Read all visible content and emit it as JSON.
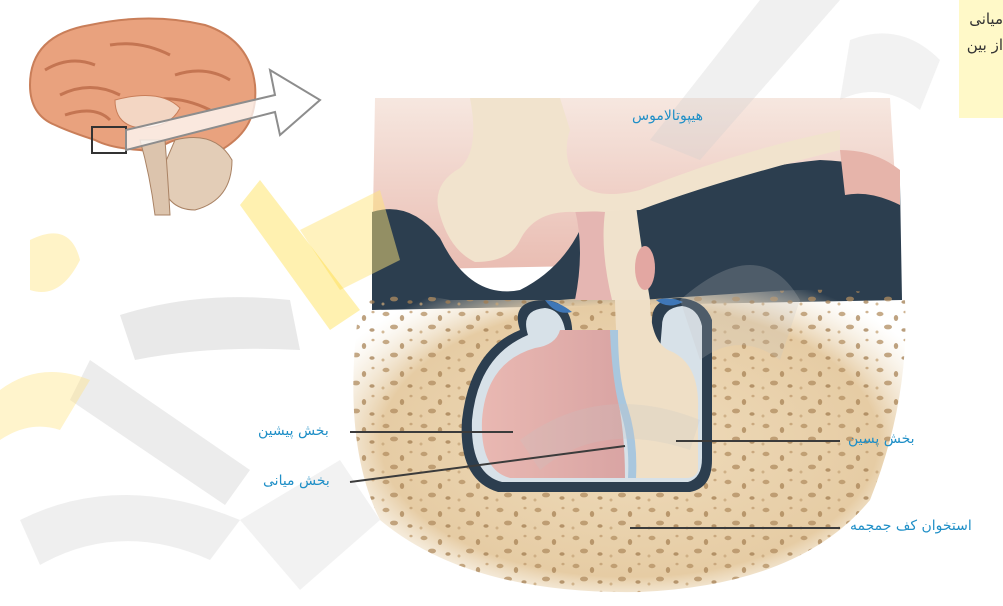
{
  "diagram": {
    "labels": {
      "hypothalamus": "هیپوتالاموس",
      "anterior": "بخش پیشین",
      "middle": "بخش میانی",
      "posterior": "بخش پسین",
      "skull_base": "استخوان کف جمجمه"
    },
    "side_text": {
      "line1": "میانی",
      "line2": "از بین"
    }
  },
  "colors": {
    "bone": "#e8d2ad",
    "bone_pore": "#b89468",
    "anterior_lobe": "#e7b4b6",
    "posterior_lobe": "#efdfc6",
    "brain": "#e9a27e",
    "dark_cavity": "#2c3e4f",
    "label_blue": "#1f8fc7",
    "watermark": "#ffd100"
  }
}
